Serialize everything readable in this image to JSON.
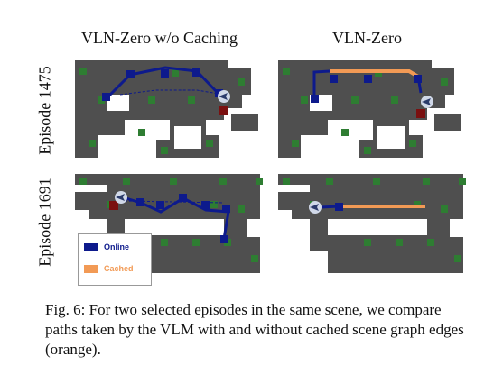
{
  "figure": {
    "column_titles": [
      "VLN-Zero w/o Caching",
      "VLN-Zero"
    ],
    "row_labels": [
      "Episode 1475",
      "Episode 1691"
    ],
    "legend": [
      {
        "label": "Online",
        "color": "#0d1a8c"
      },
      {
        "label": "Cached",
        "color": "#f29a55"
      }
    ],
    "colors": {
      "floor": "#4f4f4f",
      "wall": "#ffffff",
      "object_node": "#2e7d32",
      "path_node": "#0d1a8c",
      "online_path": "#0d1a8c",
      "cached_path": "#f29a55",
      "goal": "#7a1010",
      "agent": "#d0d8e8"
    },
    "caption": "Fig. 6: For two selected episodes in the same scene, we compare paths taken by the VLM with and without cached scene graph edges (orange)."
  }
}
